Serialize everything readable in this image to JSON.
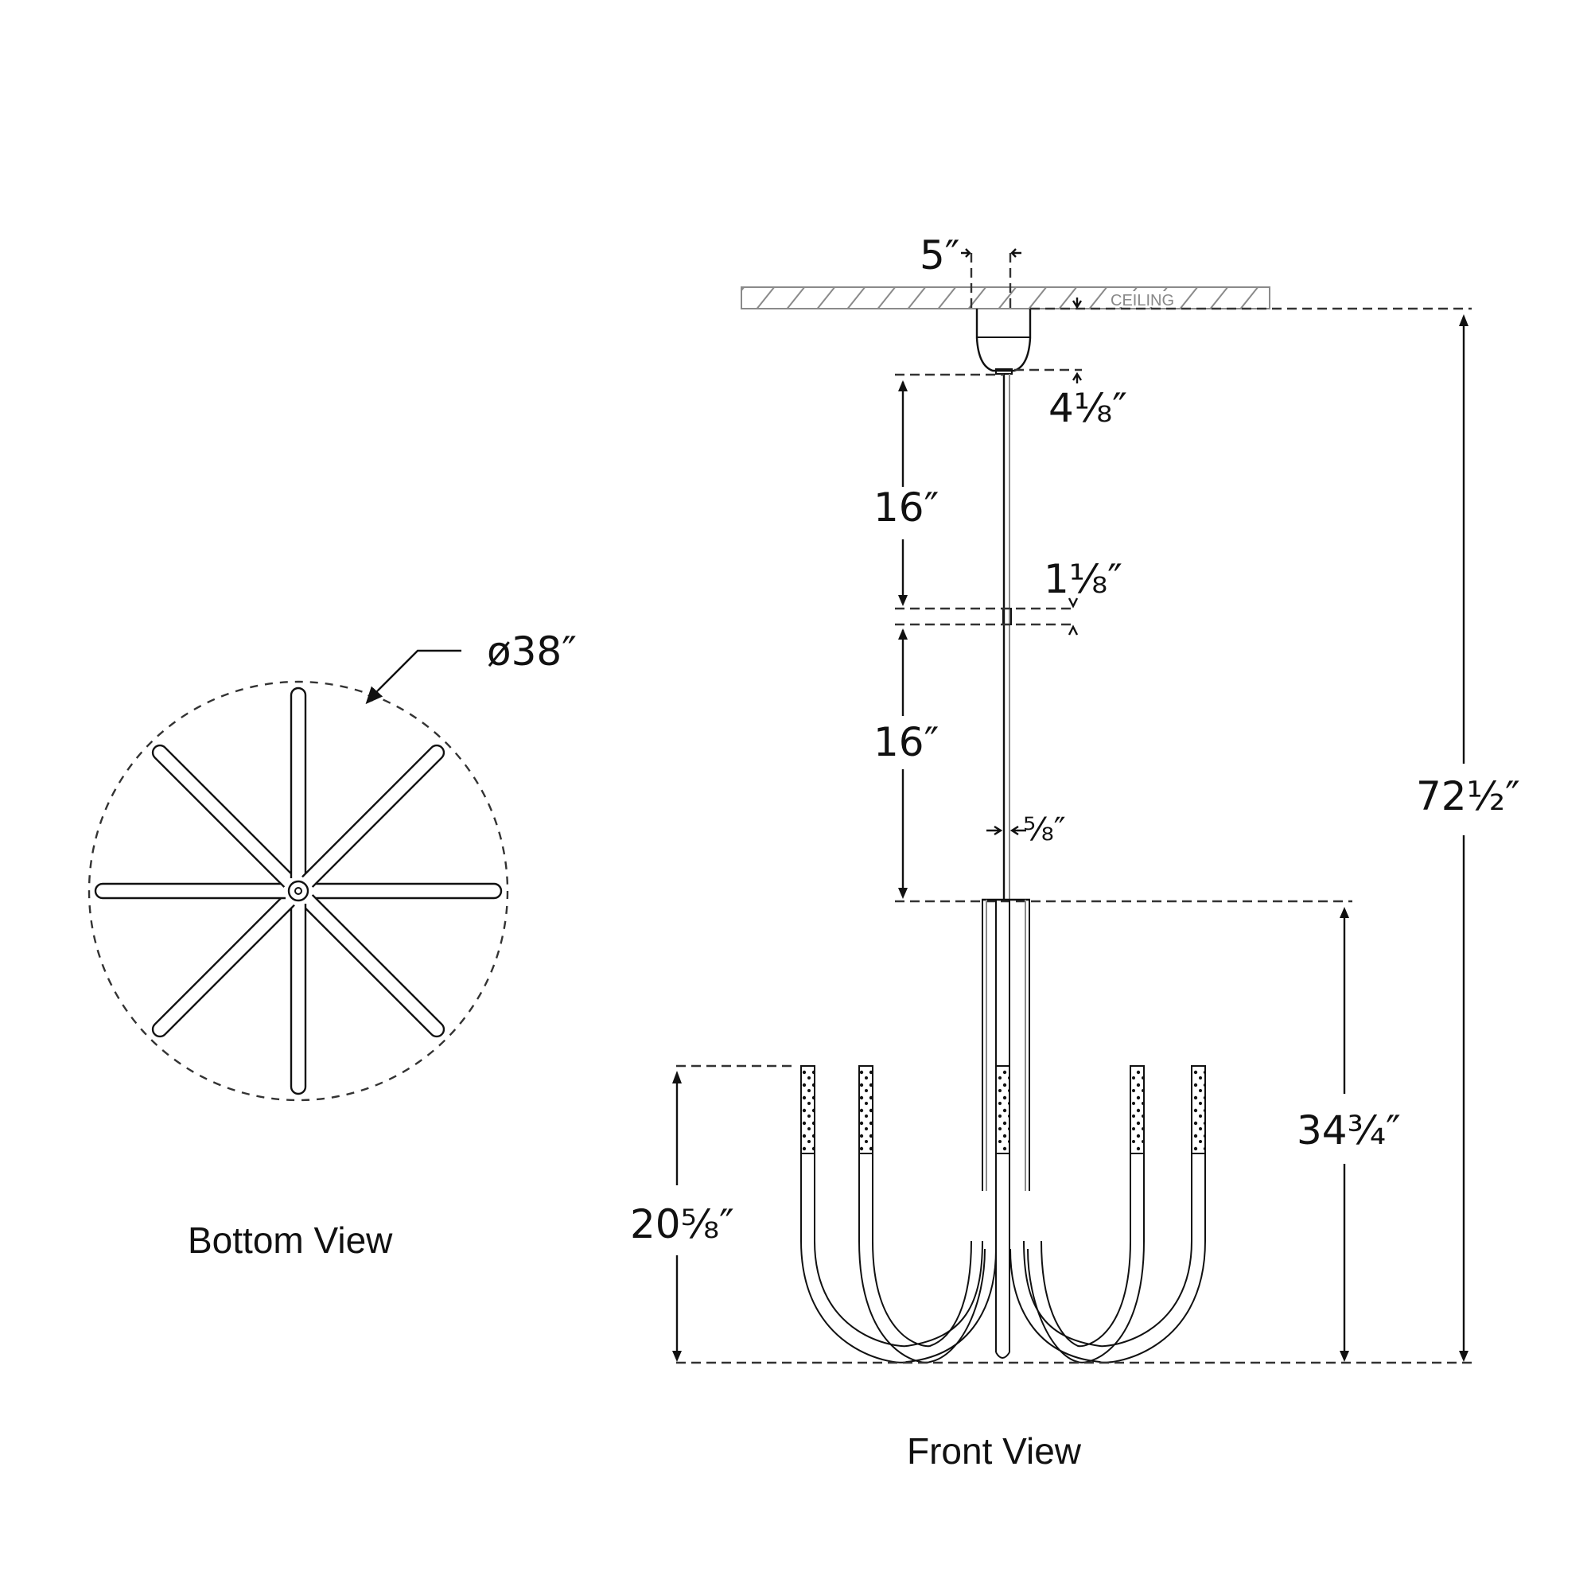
{
  "diagram": {
    "subject": "chandelier dimension drawing",
    "ceiling_label": "CEILING",
    "views": {
      "bottom": {
        "label": "Bottom View",
        "arm_count": 8,
        "diameter_label": "ø38″"
      },
      "front": {
        "label": "Front View",
        "visible_arm_count": 5
      }
    },
    "dimensions": {
      "canopy_width": "5″",
      "canopy_height": "4⅛″",
      "stem_upper": "16″",
      "stem_coupler": "1⅛″",
      "stem_lower": "16″",
      "stem_diameter": "⅝″",
      "overall_height": "72½″",
      "body_height": "34¾″",
      "arm_height": "20⅝″",
      "diameter": "ø38″"
    },
    "colors": {
      "line": "#111111",
      "hatch": "#8a8a8a",
      "background": "#ffffff"
    }
  }
}
